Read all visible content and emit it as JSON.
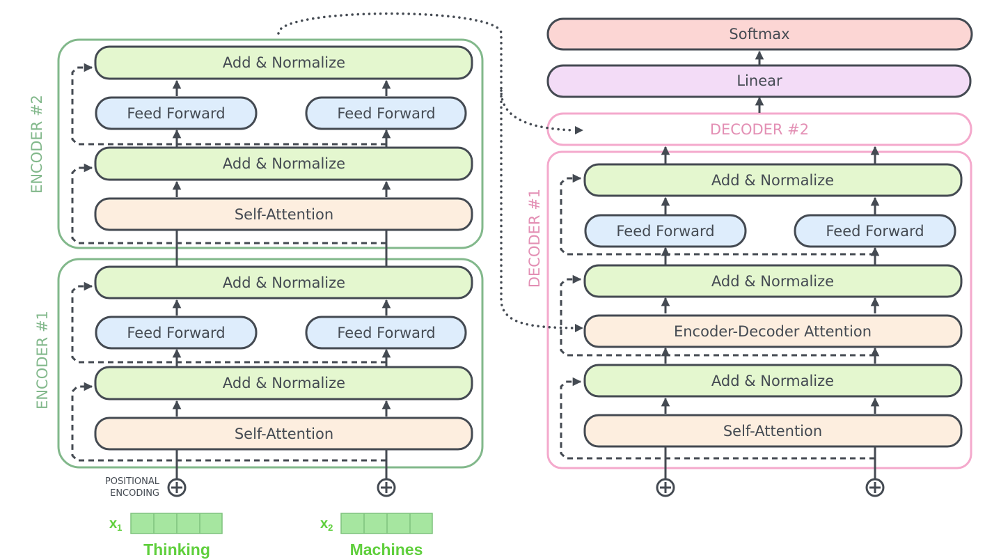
{
  "colors": {
    "add_norm": "#e4f7cf",
    "feed_forward": "#deedfc",
    "attention": "#fdeedf",
    "linear": "#f3dcf7",
    "softmax": "#fcd6d4",
    "encoder_frame": "#82b88b",
    "decoder_frame": "#f4a9cc",
    "decoder_label": "#e38fb4",
    "word": "#5fcf3c",
    "embedding_fill": "#a6e6a0",
    "stroke": "#444a52"
  },
  "encoder1": {
    "title": "ENCODER #1",
    "add_norm_top": "Add & Normalize",
    "feed_forward_1": "Feed Forward",
    "feed_forward_2": "Feed Forward",
    "add_norm_bottom": "Add & Normalize",
    "self_attention": "Self-Attention"
  },
  "encoder2": {
    "title": "ENCODER #2",
    "add_norm_top": "Add & Normalize",
    "feed_forward_1": "Feed Forward",
    "feed_forward_2": "Feed Forward",
    "add_norm_bottom": "Add & Normalize",
    "self_attention": "Self-Attention"
  },
  "decoder1": {
    "title": "DECODER #1",
    "add_norm_top": "Add & Normalize",
    "feed_forward_1": "Feed Forward",
    "feed_forward_2": "Feed Forward",
    "add_norm_middle": "Add & Normalize",
    "enc_dec_attention": "Encoder-Decoder Attention",
    "add_norm_bottom": "Add & Normalize",
    "self_attention": "Self-Attention"
  },
  "decoder2": {
    "title": "DECODER #2"
  },
  "output": {
    "linear": "Linear",
    "softmax": "Softmax"
  },
  "positional_encoding": {
    "line1": "POSITIONAL",
    "line2": "ENCODING"
  },
  "inputs": [
    {
      "symbol": "x",
      "index": "1",
      "word": "Thinking"
    },
    {
      "symbol": "x",
      "index": "2",
      "word": "Machines"
    }
  ]
}
